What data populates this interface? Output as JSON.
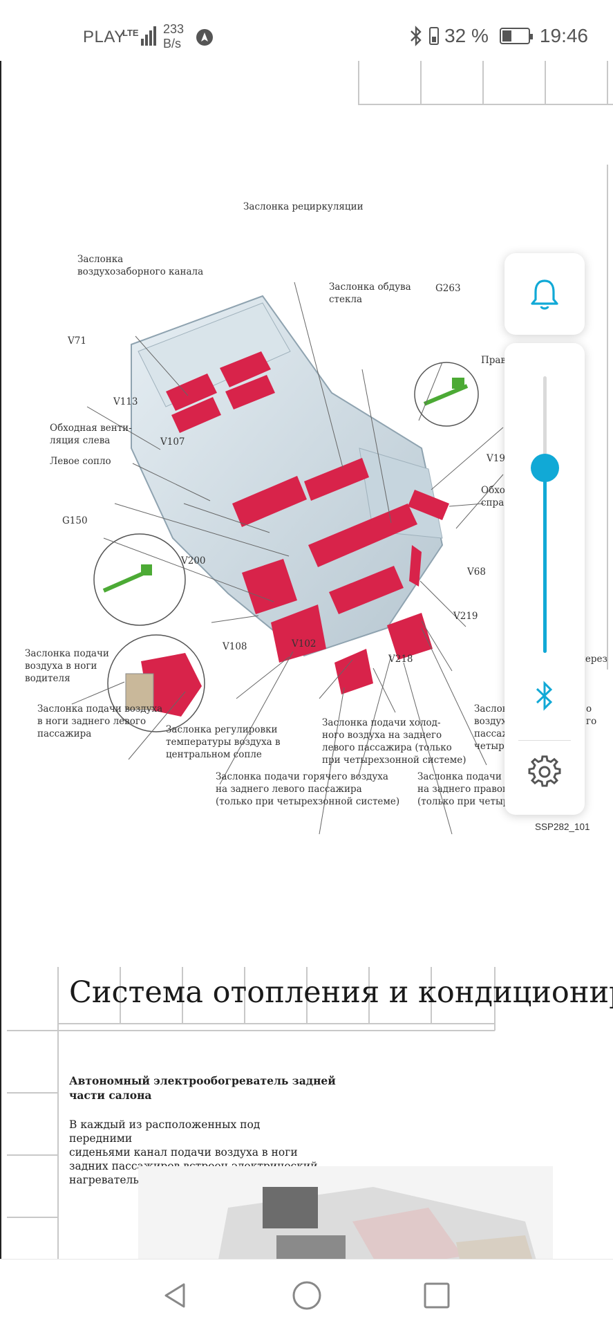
{
  "status_bar": {
    "carrier": "PLAY",
    "network": "LTE",
    "speed_value": "233",
    "speed_unit": "B/s",
    "battery_percent": "32 %",
    "time": "19:46",
    "icons": [
      "signal-icon",
      "navigation-icon",
      "bluetooth-icon",
      "battery-icon"
    ]
  },
  "diagram": {
    "labels": {
      "recirc": "Заслонка рециркуляции",
      "intake": "Заслонка\nвоздухозаборного канала",
      "windshield": "Заслонка обдува\nстекла",
      "g263": "G263",
      "right_trunc": "Прав",
      "v71": "V71",
      "v113": "V113",
      "bypass_left": "Обходная венти-\nляция слева",
      "v107": "V107",
      "left_nozzle": "Левое сопло",
      "v199": "V199",
      "bypass_right_trunc": "Обход\nспра",
      "g150": "G150",
      "v200": "V200",
      "v68": "V68",
      "v219": "V219",
      "v108": "V108",
      "v102": "V102",
      "v218": "V218",
      "through_trunc": "а через\nо",
      "driver_feet": "Заслонка подачи\nвоздуха в ноги\nводителя",
      "rear_left_feet": "Заслонка подачи воздуха\nв ноги заднего левого\nпассажира",
      "temp_center": "Заслонка регулировки\nтемпературы воздуха в\nцентральном сопле",
      "cold_rear_left": "Заслонка подачи холод-\nного воздуха на заднего\nлевого пассажира (только\nпри четырехзонной системе)",
      "cold_right_trunc": "Заслон\nвоздух\nпассаж\nчетыре",
      "cold_right_trunc2": "о\nго",
      "hot_rear_left": "Заслонка подачи горячего воздуха\nна заднего левого пассажира\n(только при четырехзонной системе)",
      "hot_rear_right_trunc": "Заслонка подачи хо\nна заднего правого\n(только при четыре"
    },
    "figure_code": "SSP282_101"
  },
  "section": {
    "title": "Система отопления и кондициониров",
    "subheading": "Автономный электрообогреватель задней\nчасти салона",
    "paragraph": "В каждый из расположенных под передними\nсиденьями канал подачи воздуха в ноги\nзадних пассажиров встроен электрический\nнагревательный элемент."
  },
  "volume_panel": {
    "level": 0.67,
    "accent": "#11a9d6",
    "icons": [
      "bell-icon",
      "bluetooth-icon",
      "gear-icon"
    ]
  },
  "nav_bar": {
    "icons": [
      "back-icon",
      "home-icon",
      "recents-icon"
    ]
  }
}
